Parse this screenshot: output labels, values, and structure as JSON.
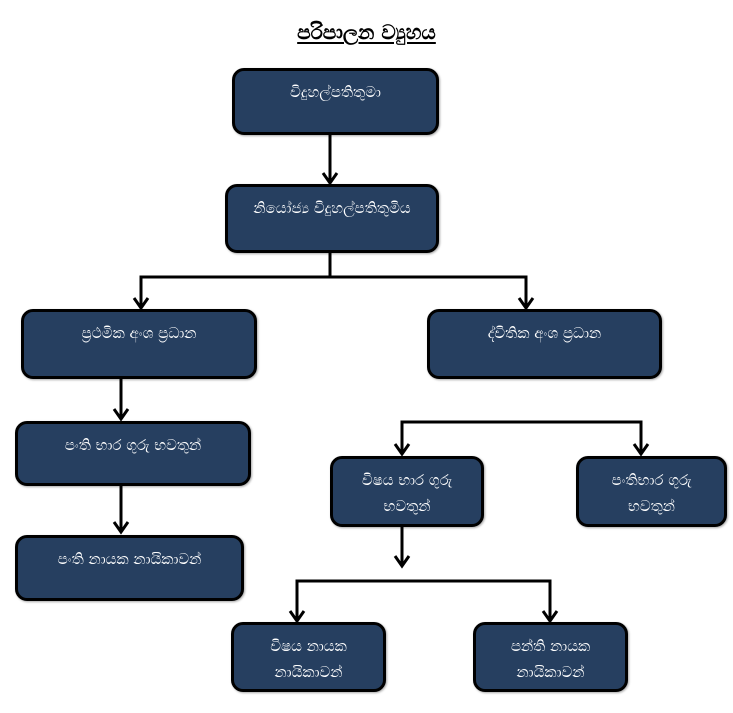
{
  "title": "පරිපාලන ව්‍යුහය",
  "nodes": {
    "principal": "විදුහල්පතිතුමා",
    "deputy_principal": "නියෝජ්‍ය විදුහල්පතිතුමිය",
    "primary_section_head": "ප්‍රථමික අංශ ප්‍රධාන",
    "secondary_section_head": "ද්විතික අංශ ප්‍රධාන",
    "class_teachers_primary": "පංති භාර ගුරු භවතුන්",
    "class_leaders_primary": "පංති නායක නායිකාවන්",
    "subject_teachers": "විෂය භාර ගුරු භවතුන්",
    "class_teachers_secondary": "පංතිභාර ගුරු භවතුන්",
    "subject_leaders": "විෂය නායක නායිකාවන්",
    "class_leaders_secondary": "පන්ති නායක නායිකාවන්"
  },
  "colors": {
    "box_fill": "#263f60",
    "box_border": "#000000",
    "box_text": "#ffffff",
    "connector": "#000000"
  }
}
